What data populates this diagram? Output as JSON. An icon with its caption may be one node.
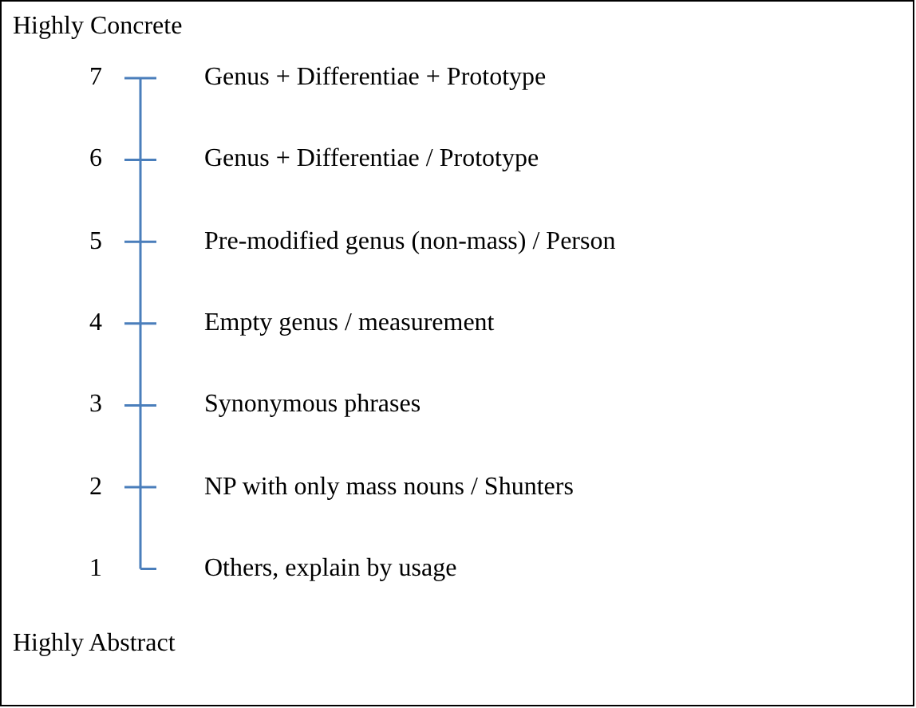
{
  "diagram": {
    "labels": [
      "Highly Concrete",
      "7",
      "Genus + Differentiae + Prototype",
      "6",
      "Genus + Differentiae / Prototype",
      "5",
      "Pre-modified genus (non-mass) / Person",
      "4",
      "Empty genus / measurement",
      "3",
      "Synonymous phrases",
      "2",
      "NP with only mass nouns / Shunters",
      "1",
      "Others, explain by usage",
      "Highly Abstract"
    ]
  }
}
